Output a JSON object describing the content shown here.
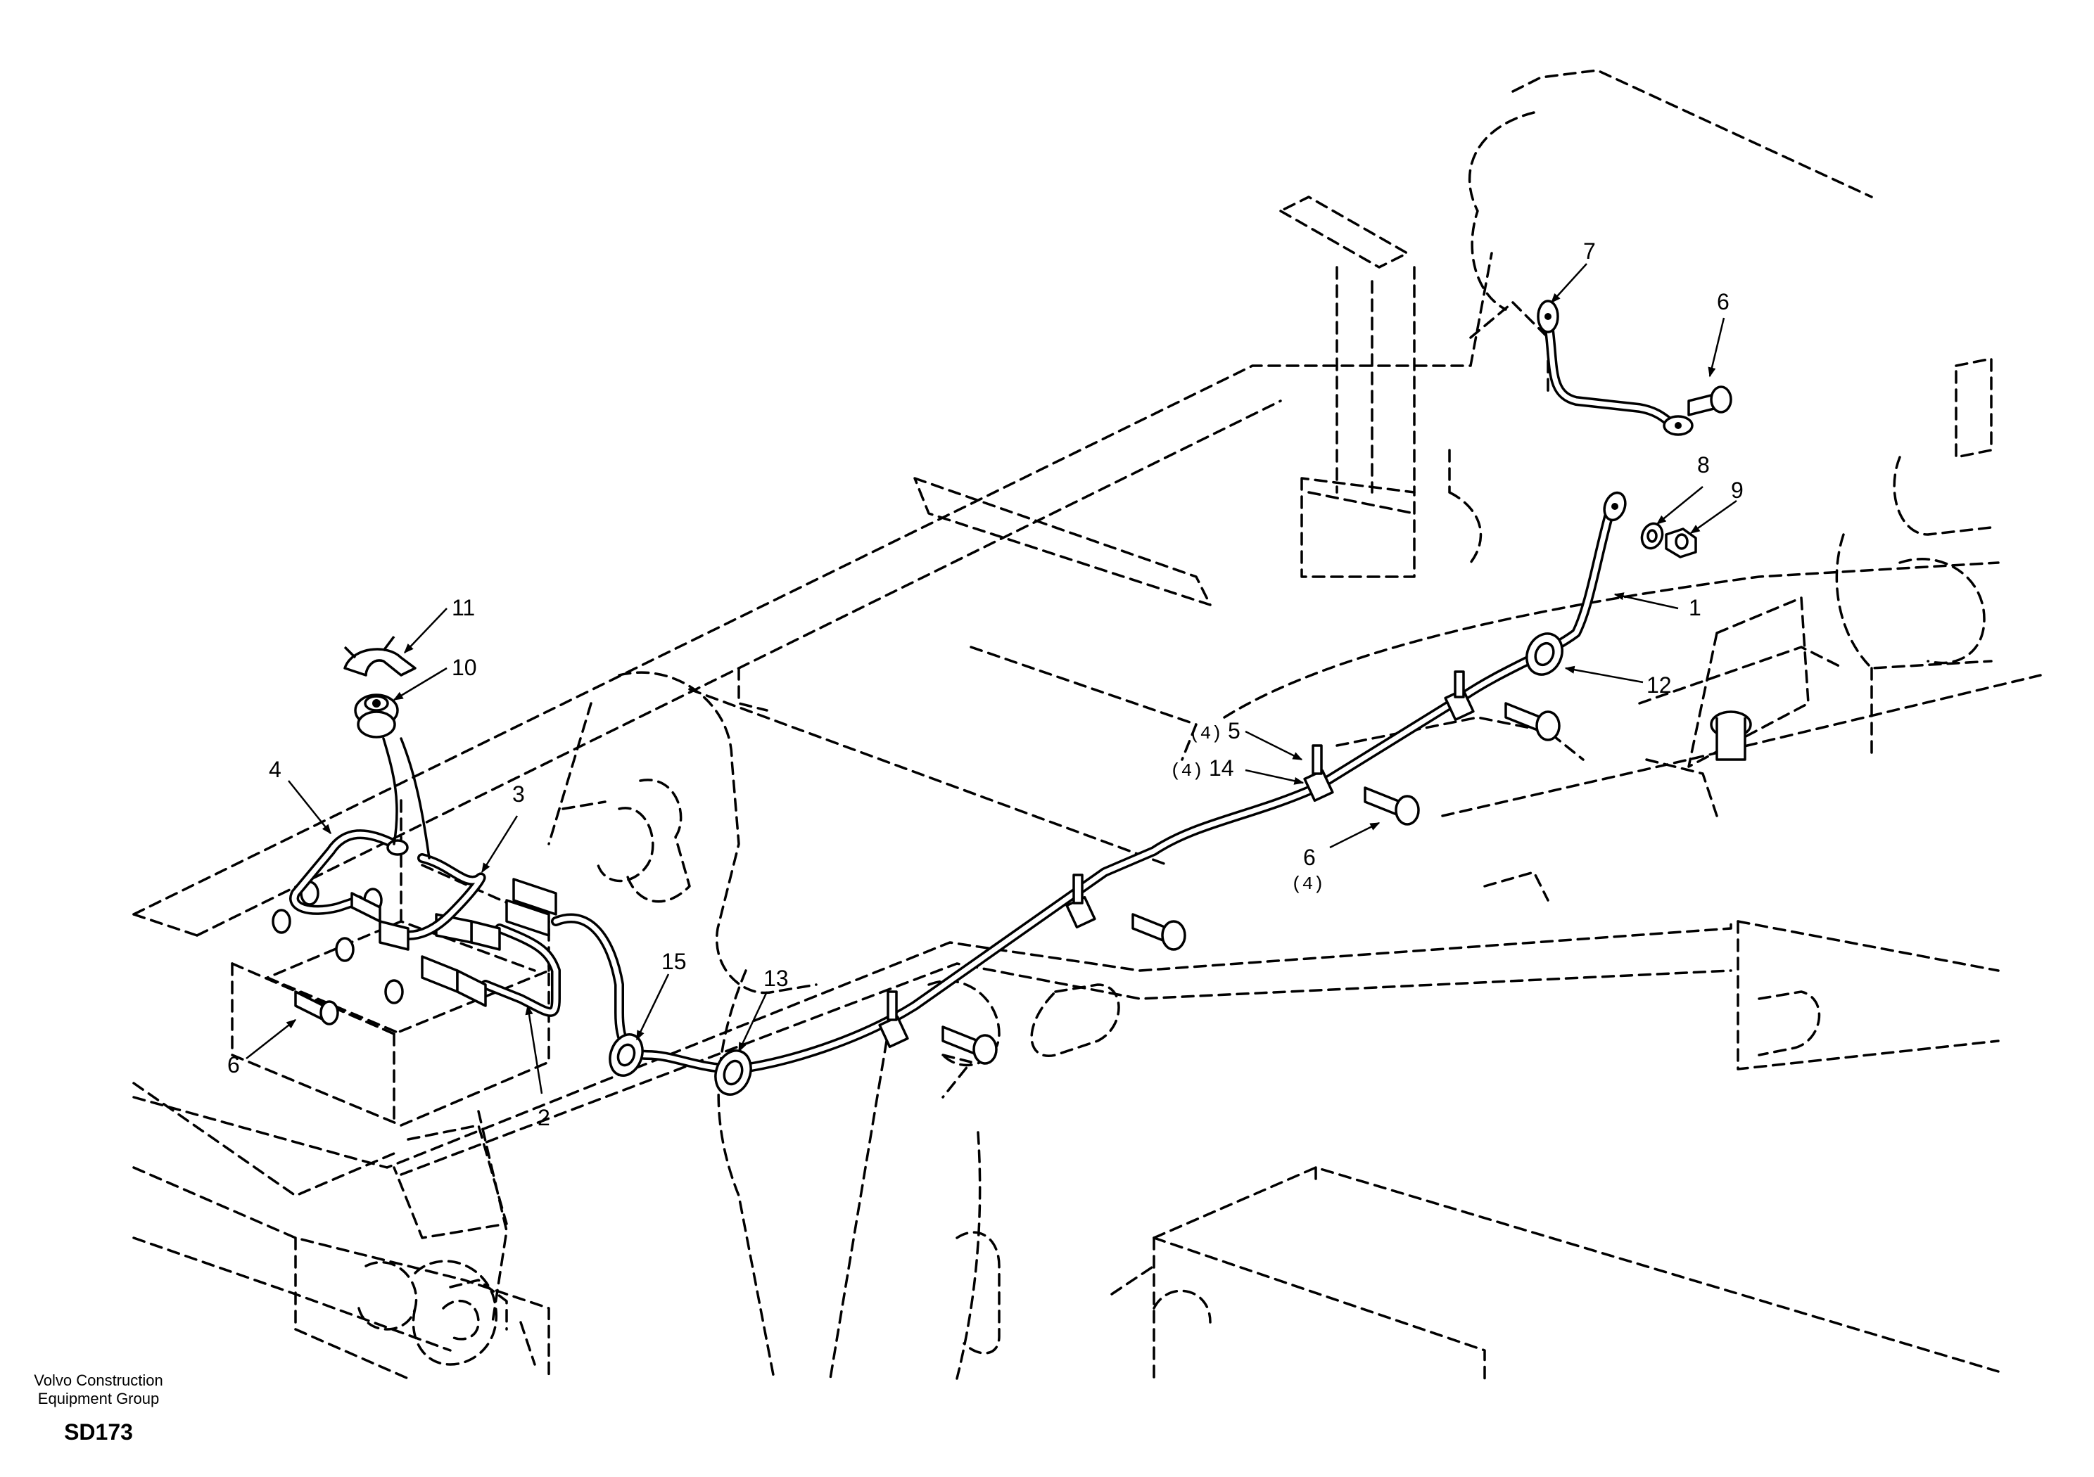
{
  "drawing": {
    "company_line1": "Volvo Construction",
    "company_line2": "Equipment Group",
    "code": "SD173"
  },
  "callouts": [
    {
      "id": "c1",
      "text": "1",
      "qty": ""
    },
    {
      "id": "c2",
      "text": "2",
      "qty": ""
    },
    {
      "id": "c3",
      "text": "3",
      "qty": ""
    },
    {
      "id": "c4",
      "text": "4",
      "qty": ""
    },
    {
      "id": "c5",
      "text": "5",
      "qty": "(4)"
    },
    {
      "id": "c6a",
      "text": "6",
      "qty": ""
    },
    {
      "id": "c6b",
      "text": "6",
      "qty": ""
    },
    {
      "id": "c6c",
      "text": "6",
      "qty": "(4)"
    },
    {
      "id": "c7",
      "text": "7",
      "qty": ""
    },
    {
      "id": "c8",
      "text": "8",
      "qty": ""
    },
    {
      "id": "c9",
      "text": "9",
      "qty": ""
    },
    {
      "id": "c10",
      "text": "10",
      "qty": ""
    },
    {
      "id": "c11",
      "text": "11",
      "qty": ""
    },
    {
      "id": "c12",
      "text": "12",
      "qty": ""
    },
    {
      "id": "c13",
      "text": "13",
      "qty": ""
    },
    {
      "id": "c14",
      "text": "14",
      "qty": "(4)"
    },
    {
      "id": "c15",
      "text": "15",
      "qty": ""
    }
  ]
}
